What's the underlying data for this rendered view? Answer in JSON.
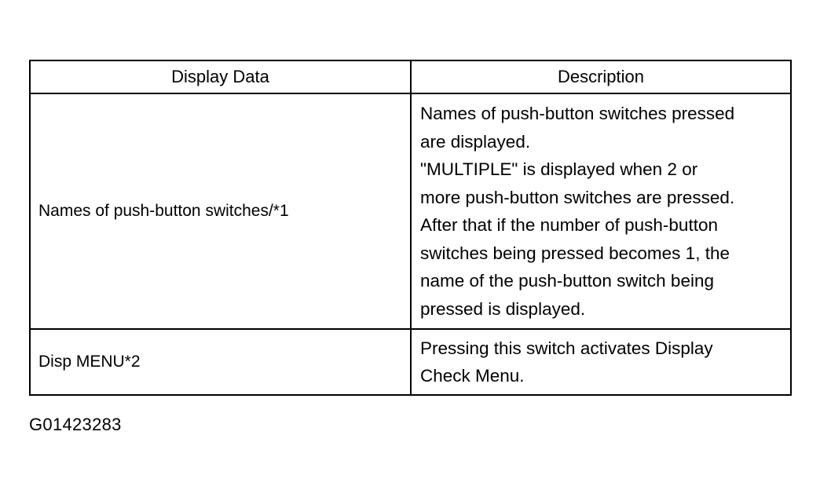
{
  "table": {
    "headers": [
      "Display Data",
      "Description"
    ],
    "rows": [
      {
        "display_data": "Names of push-button switches/*1",
        "description_lines": [
          "Names of push-button switches pressed",
          "are displayed.",
          "\"MULTIPLE\" is displayed when 2 or",
          "more push-button switches are pressed.",
          "After that if the number of push-button",
          "switches being pressed becomes 1, the",
          "name of the push-button switch being",
          "pressed is displayed."
        ]
      },
      {
        "display_data": "Disp MENU*2",
        "description_lines": [
          "Pressing this switch activates Display",
          "Check Menu."
        ]
      }
    ]
  },
  "figure_id": "G01423283"
}
